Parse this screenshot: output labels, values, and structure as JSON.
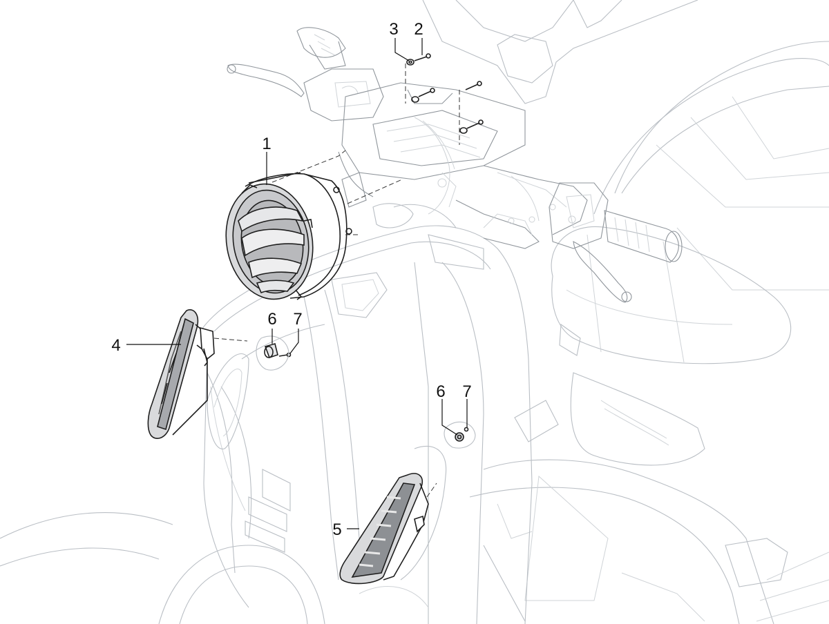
{
  "diagram": {
    "callouts": [
      {
        "id": "1",
        "label": "1",
        "part": "headlight"
      },
      {
        "id": "2",
        "label": "2",
        "part": "screw"
      },
      {
        "id": "3",
        "label": "3",
        "part": "washer"
      },
      {
        "id": "4",
        "label": "4",
        "part": "turn-signal-left"
      },
      {
        "id": "5",
        "label": "5",
        "part": "turn-signal-right"
      },
      {
        "id": "6a",
        "label": "6",
        "part": "grommet-left"
      },
      {
        "id": "7a",
        "label": "7",
        "part": "screw-small-left"
      },
      {
        "id": "6b",
        "label": "6",
        "part": "grommet-right"
      },
      {
        "id": "7b",
        "label": "7",
        "part": "screw-small-right"
      }
    ],
    "colors": {
      "ghost_lines": "#b9bec4",
      "part_lines": "#1e1e1e",
      "part_fill": "#d9dadc",
      "label_text": "#111111"
    }
  }
}
